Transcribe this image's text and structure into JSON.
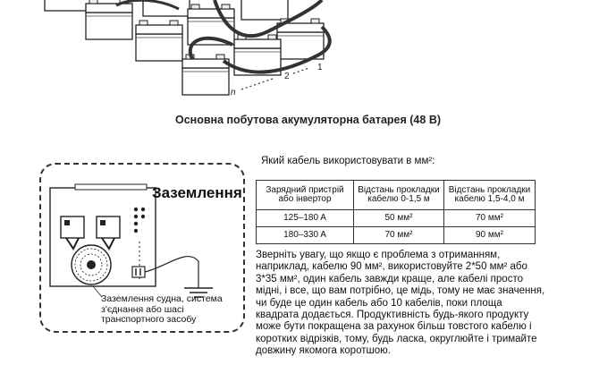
{
  "figure": {
    "caption": "Основна побутова акумуляторна батарея (48 В)",
    "labels": {
      "n": "n",
      "two": "2",
      "one": "1"
    },
    "ellipsis": "......"
  },
  "ground": {
    "title": "Заземлення",
    "note": "Заземлення судна, система з'єднання або шасі транспортного засобу"
  },
  "question": "Який кабель використовувати в мм²:",
  "table": {
    "headers": [
      "Зарядний пристрій або інвертор",
      "Відстань прокладки кабелю 0-1,5 м",
      "Відстань прокладки кабелю 1,5-4,0 м"
    ],
    "rows": [
      [
        "125–180 A",
        "50 мм²",
        "70 мм²"
      ],
      [
        "180–330 A",
        "70 мм²",
        "90 мм²"
      ]
    ]
  },
  "body": "Зверніть увагу, що якщо є проблема з отриманням, наприклад, кабелю 90 мм², використовуйте 2*50 мм² або 3*35 мм², один кабель завжди краще, але кабелі просто мідні, і все, що вам потрібно, це мідь, тому не має значення, чи буде це один кабель або 10 кабелів, поки площа квадрата додається. Продуктивність будь-якого продукту може бути покращена за рахунок більш товстого кабелю і коротких відрізків, тому, будь ласка, округлюйте і тримайте довжину якомога коротшою."
}
